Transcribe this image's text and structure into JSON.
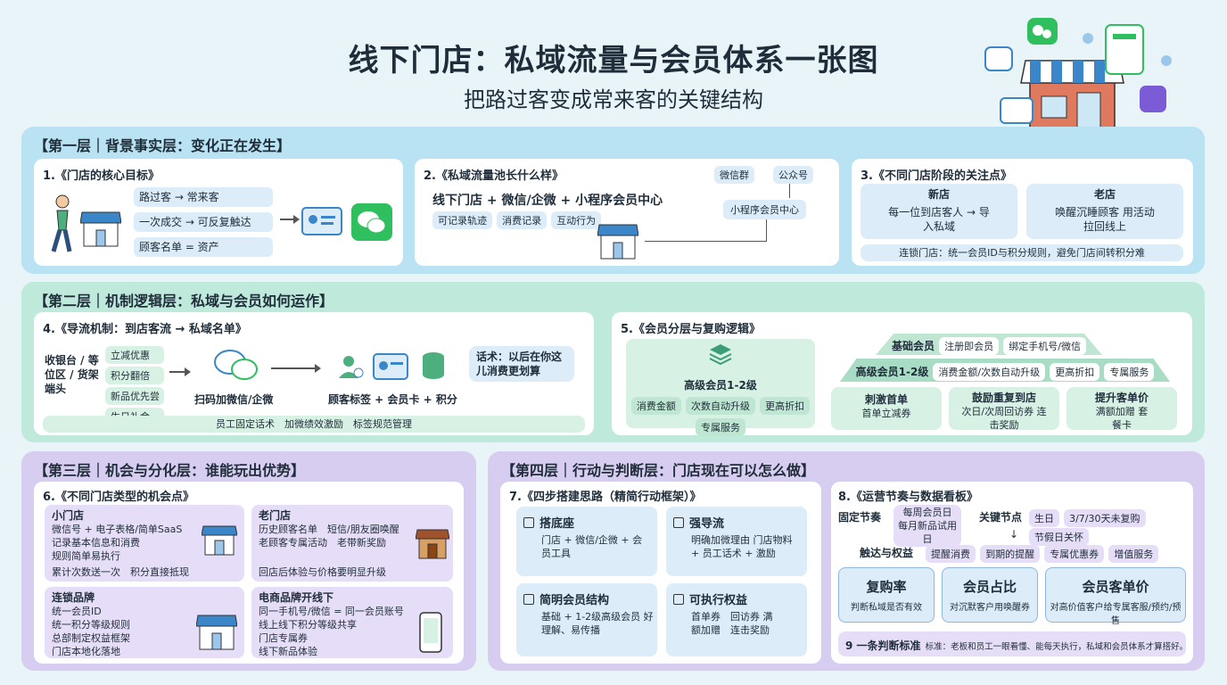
{
  "header": {
    "title": "线下门店：私域流量与会员体系一张图",
    "subtitle": "把路过客变成常来客的关键结构"
  },
  "layer1": {
    "title": "【第一层｜背景事实层：变化正在发生】",
    "c1": {
      "title": "1.《门店的核心目标》",
      "items": [
        "路过客 → 常来客",
        "一次成交 → 可反复触达",
        "顾客名单 = 资产"
      ]
    },
    "c2": {
      "title": "2.《私域流量池长什么样》",
      "main": "线下门店 + 微信/企微 + 小程序会员中心",
      "tags": [
        "可记录轨迹",
        "消费记录",
        "互动行为"
      ],
      "right": [
        "微信群",
        "公众号",
        "小程序会员中心"
      ]
    },
    "c3": {
      "title": "3.《不同门店阶段的关注点》",
      "new_title": "新店",
      "new_text": "每一位到店客人 → 导入私域",
      "old_title": "老店",
      "old_text": "唤醒沉睡顾客 用活动拉回线上",
      "note": "连锁门店：统一会员ID与积分规则，避免门店间转积分难"
    }
  },
  "layer2": {
    "title": "【第二层｜机制逻辑层：私域与会员如何运作】",
    "c4": {
      "title": "4.《导流机制：到店客流 → 私域名单》",
      "left": "收银台 / 等位区 / 货架端头",
      "tags": [
        "立减优惠",
        "积分翻倍",
        "新品优先尝",
        "生日礼金"
      ],
      "scan": "扫码加微信/企微",
      "result": "顾客标签 + 会员卡 + 积分",
      "speech": "话术：以后在你这儿消费更划算",
      "footer": "员工固定话术　加微绩效激励　标签规范管理"
    },
    "c5": {
      "title": "5.《会员分层与复购逻辑》",
      "premium": "高级会员1-2级",
      "premium_tags": [
        "消费金额",
        "次数自动升级",
        "更高折扣",
        "专属服务"
      ],
      "base_label": "基础会员",
      "base_tags": [
        "注册即会员",
        "绑定手机号/微信"
      ],
      "mid_label": "高级会员1-2级",
      "mid_tags": [
        "消费金额/次数自动升级",
        "更高折扣",
        "专属服务"
      ],
      "cols": [
        {
          "title": "刺激首单",
          "text": "首单立减券"
        },
        {
          "title": "鼓励重复到店",
          "text": "次日/次周回访券 连击奖励"
        },
        {
          "title": "提升客单价",
          "text": "满额加赠 套餐卡"
        }
      ]
    }
  },
  "layer3": {
    "title": "【第三层｜机会与分化层：谁能玩出优势】",
    "c6": {
      "title": "6.《不同门店类型的机会点》",
      "small": {
        "title": "小门店",
        "lines": [
          "微信号 + 电子表格/简单SaaS",
          "记录基本信息和消费",
          "规则简单易执行"
        ],
        "foot": "累计次数送一次　积分直接抵现"
      },
      "old": {
        "title": "老门店",
        "lines": [
          "历史顾客名单　短信/朋友圈唤醒",
          "老顾客专属活动　老带新奖励"
        ],
        "foot": "回店后体验与价格要明显升级"
      },
      "chain": {
        "title": "连锁品牌",
        "lines": [
          "统一会员ID",
          "统一积分等级规则",
          "总部制定权益框架",
          "门店本地化落地"
        ]
      },
      "ecom": {
        "title": "电商品牌开线下",
        "lines": [
          "同一手机号/微信 = 同一会员账号",
          "线上线下积分等级共享",
          "门店专属券",
          "线下新品体验"
        ]
      }
    }
  },
  "layer4": {
    "title": "【第四层｜行动与判断层：门店现在可以怎么做】",
    "c7": {
      "title": "7.《四步搭建思路（精简行动框架）》",
      "steps": [
        {
          "title": "搭底座",
          "text": "门店 + 微信/企微 + 会员工具"
        },
        {
          "title": "强导流",
          "text": "明确加微理由 门店物料 + 员工话术 + 激励"
        },
        {
          "title": "简明会员结构",
          "text": "基础 + 1-2级高级会员 好理解、易传播"
        },
        {
          "title": "可执行权益",
          "text": "首单券　回访券 满额加赠　连击奖励"
        }
      ]
    },
    "c8": {
      "title": "8.《运营节奏与数据看板》",
      "rhythm": "固定节奏",
      "rhythm_tags": [
        "每周会员日",
        "每月新品试用日"
      ],
      "key": "关键节点",
      "key_tags": [
        "生日",
        "3/7/30天未复购",
        "节假日关怀"
      ],
      "reach": "触达与权益",
      "reach_tags": [
        "提醒消费",
        "到期的提醒",
        "专属优惠券",
        "增值服务"
      ],
      "kpis": [
        {
          "title": "复购率",
          "text": "判断私域是否有效"
        },
        {
          "title": "会员占比",
          "text": "对沉默客户用唤醒券"
        },
        {
          "title": "会员客单价",
          "text": "对高价值客户给专属客服/预约/预售"
        }
      ],
      "judge_title": "9 一条判断标准",
      "judge_text": "标准：老板和员工一眼看懂、能每天执行，私域和会员体系才算搭好。"
    }
  }
}
